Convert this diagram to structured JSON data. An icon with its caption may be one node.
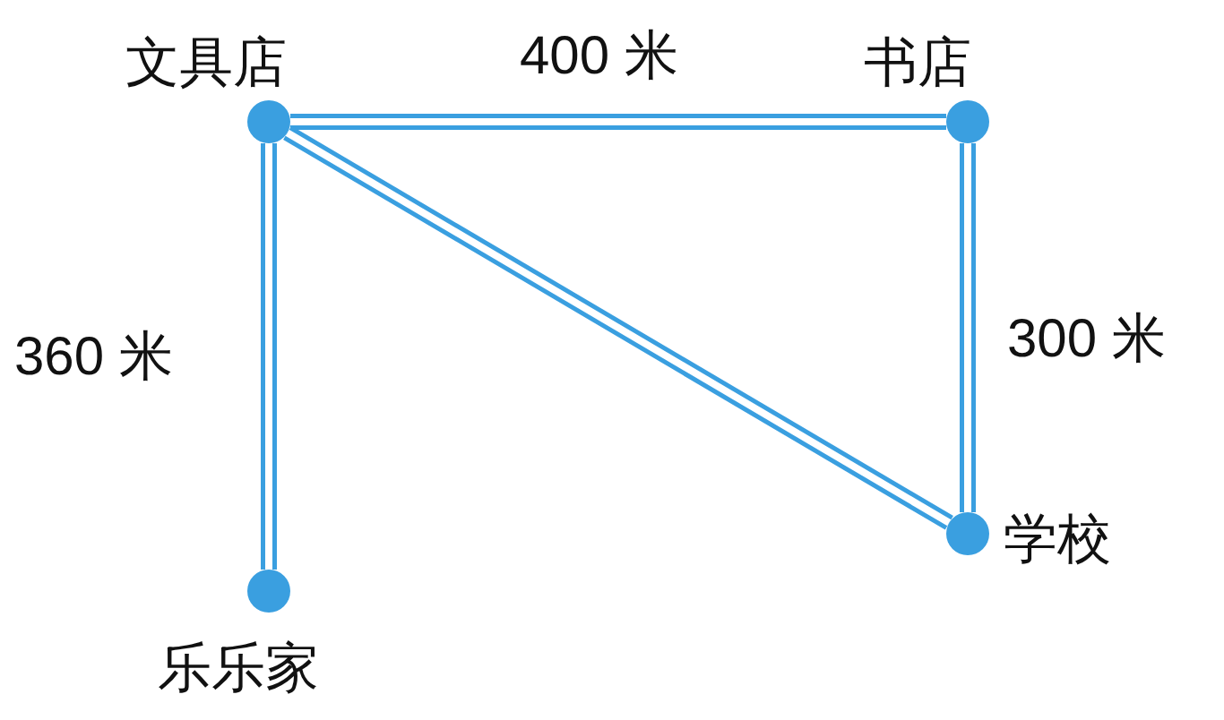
{
  "diagram": {
    "nodes": [
      {
        "text": [],
        "shape": "circle",
        "beside": [
          "文具店"
        ]
      },
      {
        "text": [],
        "shape": "circle",
        "beside": [
          "书店"
        ]
      },
      {
        "text": [],
        "shape": "circle",
        "beside": [
          "学校"
        ]
      },
      {
        "text": [],
        "shape": "circle",
        "beside": [
          "乐乐家"
        ]
      }
    ],
    "edges": [
      {
        "from": 0,
        "to": 1,
        "arrow": "none",
        "label": "400 米"
      },
      {
        "from": 1,
        "to": 2,
        "arrow": "none",
        "label": "300 米"
      },
      {
        "from": 0,
        "to": 2,
        "arrow": "none"
      },
      {
        "from": 0,
        "to": 3,
        "arrow": "none",
        "label": "360 米"
      }
    ]
  }
}
